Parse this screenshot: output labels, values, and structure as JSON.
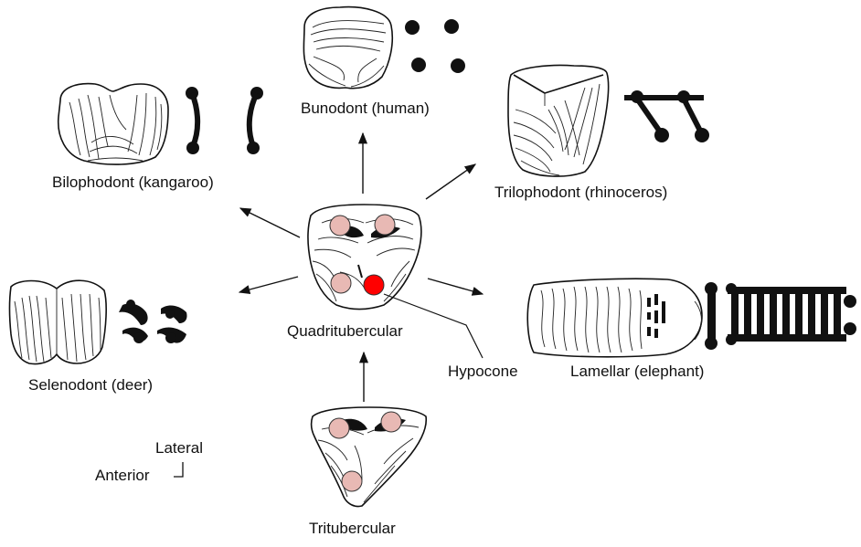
{
  "labels": {
    "bunodont": "Bunodont (human)",
    "bilophodont": "Bilophodont (kangaroo)",
    "trilophodont": "Trilophodont (rhinoceros)",
    "selenodont": "Selenodont (deer)",
    "quadritubercular": "Quadritubercular",
    "lamellar": "Lamellar (elephant)",
    "hypocone": "Hypocone",
    "tritubercular": "Tritubercular",
    "lateral": "Lateral",
    "anterior": "Anterior"
  },
  "colors": {
    "cusp": "#e8b9b4",
    "hypocone": "#ff0000",
    "line": "#111111"
  }
}
